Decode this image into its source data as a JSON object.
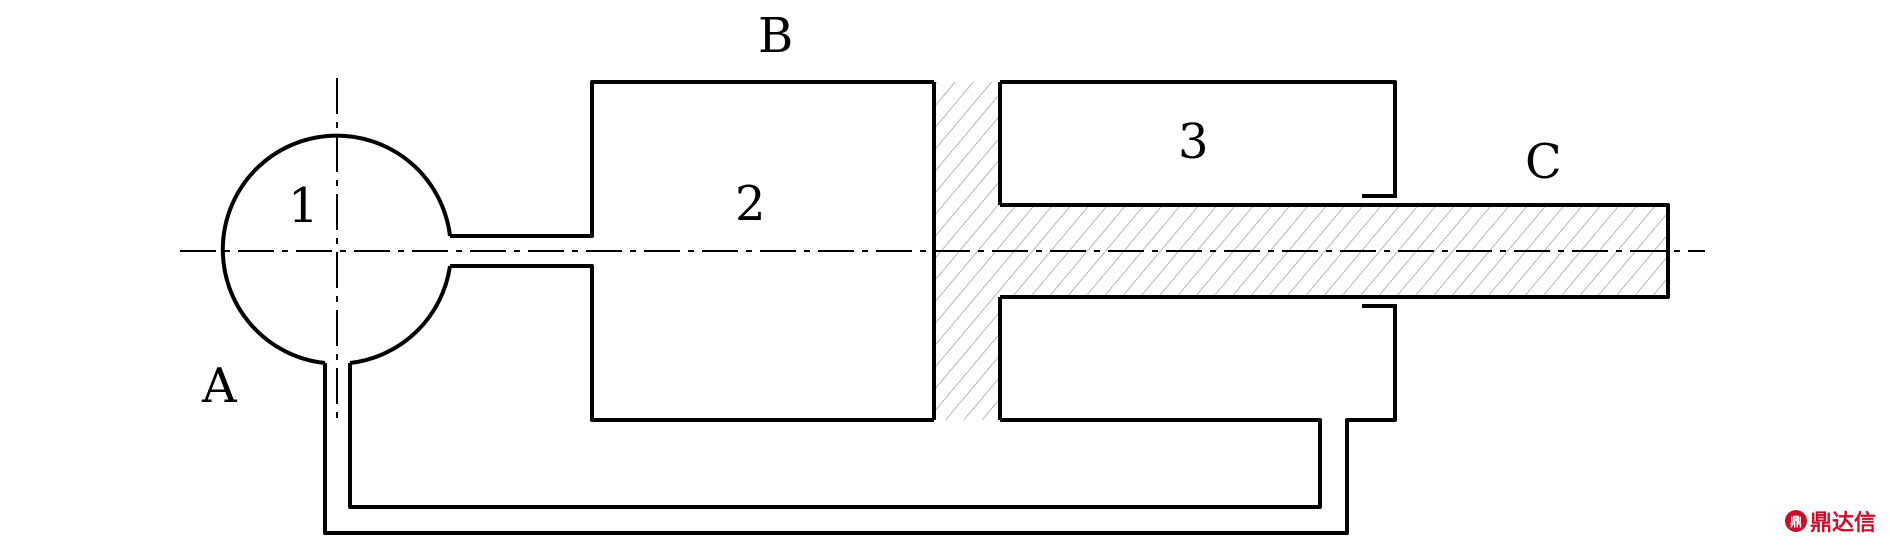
{
  "labels": {
    "a": "A",
    "b": "B",
    "c": "C",
    "one": "1",
    "two": "2",
    "three": "3"
  },
  "watermark": {
    "text": "鼎达信",
    "logo_glyph": "鼎"
  },
  "colors": {
    "line": "#000000",
    "hatch": "#888888",
    "watermark": "#c8102e"
  }
}
